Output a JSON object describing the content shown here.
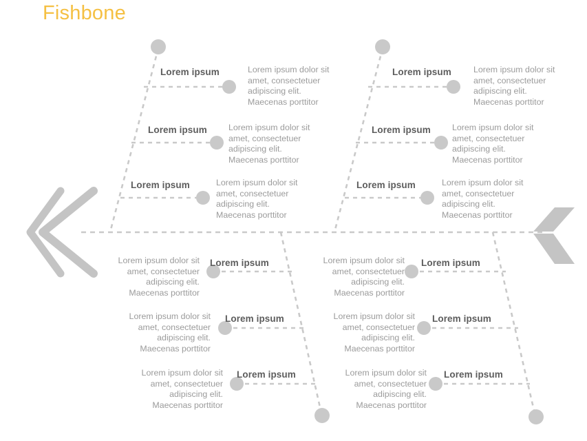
{
  "title": "Fishbone",
  "colors": {
    "title": "#f5c043",
    "heading": "#5c5c5c",
    "body": "#9b9b9b",
    "line": "#c9c9c9",
    "node": "#c9c9c9",
    "arrow": "#c4c4c4",
    "background": "#ffffff"
  },
  "spine": {
    "label": "main-spine",
    "head_icon": "double-chevron-left-icon",
    "tail_icon": "fish-tail-icon"
  },
  "branches": {
    "top_left": [
      {
        "heading": "Lorem ipsum",
        "body": "Lorem ipsum dolor sit\namet, consectetuer\nadipiscing elit.\nMaecenas porttitor"
      },
      {
        "heading": "Lorem ipsum",
        "body": "Lorem ipsum dolor sit\namet, consectetuer\nadipiscing elit.\nMaecenas porttitor"
      },
      {
        "heading": "Lorem ipsum",
        "body": "Lorem ipsum dolor sit\namet, consectetuer\nadipiscing elit.\nMaecenas porttitor"
      }
    ],
    "top_right": [
      {
        "heading": "Lorem ipsum",
        "body": "Lorem ipsum dolor sit\namet, consectetuer\nadipiscing elit.\nMaecenas porttitor"
      },
      {
        "heading": "Lorem ipsum",
        "body": "Lorem ipsum dolor sit\namet, consectetuer\nadipiscing elit.\nMaecenas porttitor"
      },
      {
        "heading": "Lorem ipsum",
        "body": "Lorem ipsum dolor sit\namet, consectetuer\nadipiscing elit.\nMaecenas porttitor"
      }
    ],
    "bottom_left": [
      {
        "heading": "Lorem ipsum",
        "body": "Lorem ipsum dolor sit\namet, consectetuer\nadipiscing elit.\nMaecenas porttitor"
      },
      {
        "heading": "Lorem ipsum",
        "body": "Lorem ipsum dolor sit\namet, consectetuer\nadipiscing elit.\nMaecenas porttitor"
      },
      {
        "heading": "Lorem ipsum",
        "body": "Lorem ipsum dolor sit\namet, consectetuer\nadipiscing elit.\nMaecenas porttitor"
      }
    ],
    "bottom_right": [
      {
        "heading": "Lorem ipsum",
        "body": "Lorem ipsum dolor sit\namet, consectetuer\nadipiscing elit.\nMaecenas porttitor"
      },
      {
        "heading": "Lorem ipsum",
        "body": "Lorem ipsum dolor sit\namet, consectetuer\nadipiscing elit.\nMaecenas porttitor"
      },
      {
        "heading": "Lorem ipsum",
        "body": "Lorem ipsum dolor sit\namet, consectetuer\nadipiscing elit.\nMaecenas porttitor"
      }
    ]
  }
}
